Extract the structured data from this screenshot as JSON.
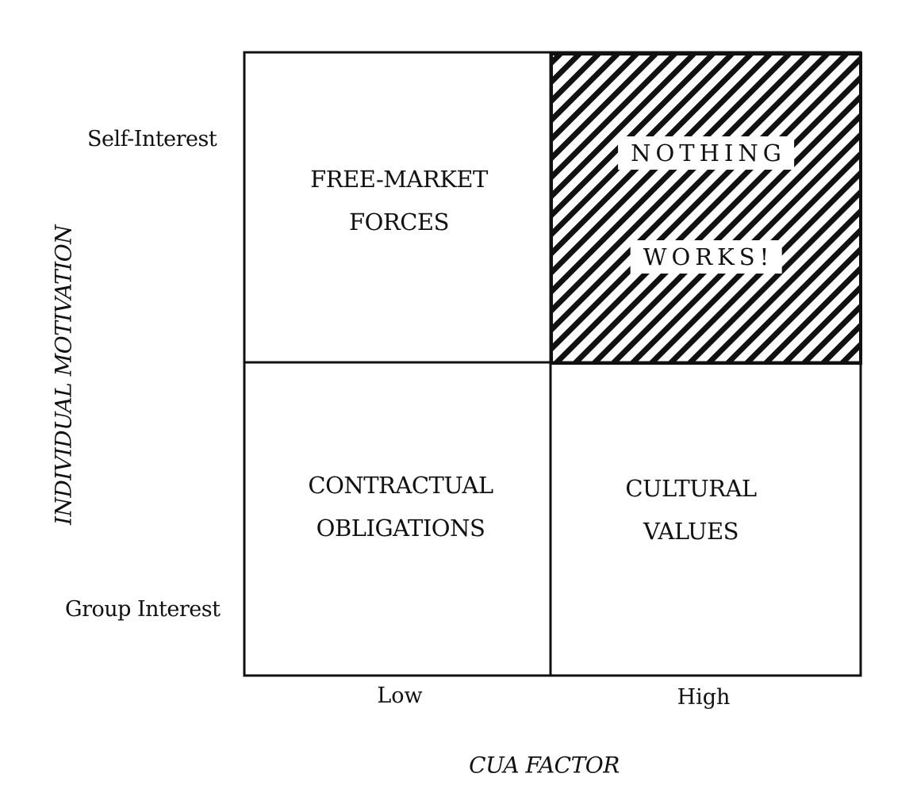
{
  "y_axis": {
    "title": "INDIVIDUAL MOTIVATION",
    "top_label": "Self-Interest",
    "bottom_label": "Group Interest"
  },
  "x_axis": {
    "title": "CUA FACTOR",
    "left_label": "Low",
    "right_label": "High"
  },
  "quadrants": {
    "top_left": {
      "line1": "FREE-MARKET",
      "line2": "FORCES"
    },
    "top_right": {
      "line1": "NOTHING",
      "line2": "WORKS!",
      "hatched": true
    },
    "bottom_left": {
      "line1": "CONTRACTUAL",
      "line2": "OBLIGATIONS"
    },
    "bottom_right": {
      "line1": "CULTURAL",
      "line2": "VALUES"
    }
  },
  "colors": {
    "line": "#111111",
    "background": "#ffffff"
  }
}
